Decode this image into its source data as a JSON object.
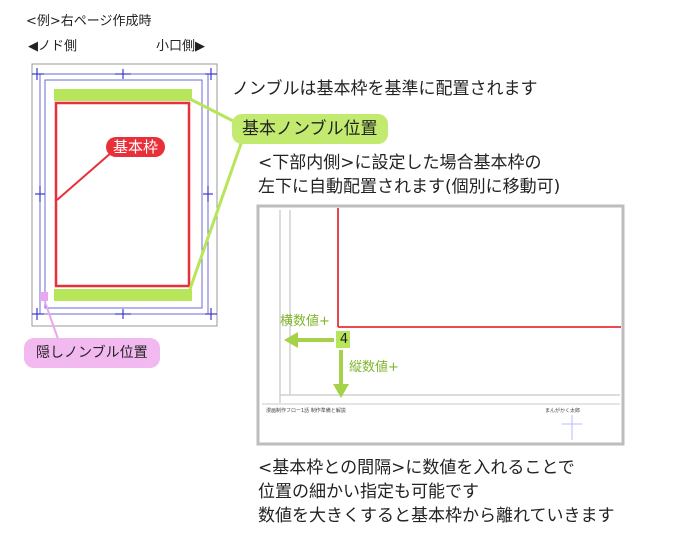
{
  "header": {
    "example_label": "<例>右ページ作成時",
    "left_side": "◀ノド側",
    "right_side": "小口側▶"
  },
  "labels": {
    "kihonwaku": "基本枠",
    "hidden_position": "隠しノンブル位置",
    "basic_position": "基本ノンブル位置"
  },
  "descriptions": {
    "placement_note": "ノンブルは基本枠を基準に配置されます",
    "auto_line1": "<下部内側>に設定した場合基本枠の",
    "auto_line2": "左下に自動配置されます(個別に移動可)",
    "bottom_line1": "<基本枠との間隔>に数値を入れることで",
    "bottom_line2": "位置の細かい指定も可能です",
    "bottom_line3": "数値を大きくすると基本枠から離れていきます"
  },
  "detail": {
    "horizontal_label": "横数値+",
    "vertical_label": "縦数値+",
    "page_number": "4",
    "footer_left": "漫画制作フロー1話 制作準備と解説",
    "footer_right": "まんがかく太郎"
  },
  "colors": {
    "frame_red": "#e8303a",
    "nombre_green": "#b8e65a",
    "hidden_pink": "#f2b8f0",
    "guide_blue": "#3a3ad0",
    "arrow_green": "#a6d24a"
  }
}
